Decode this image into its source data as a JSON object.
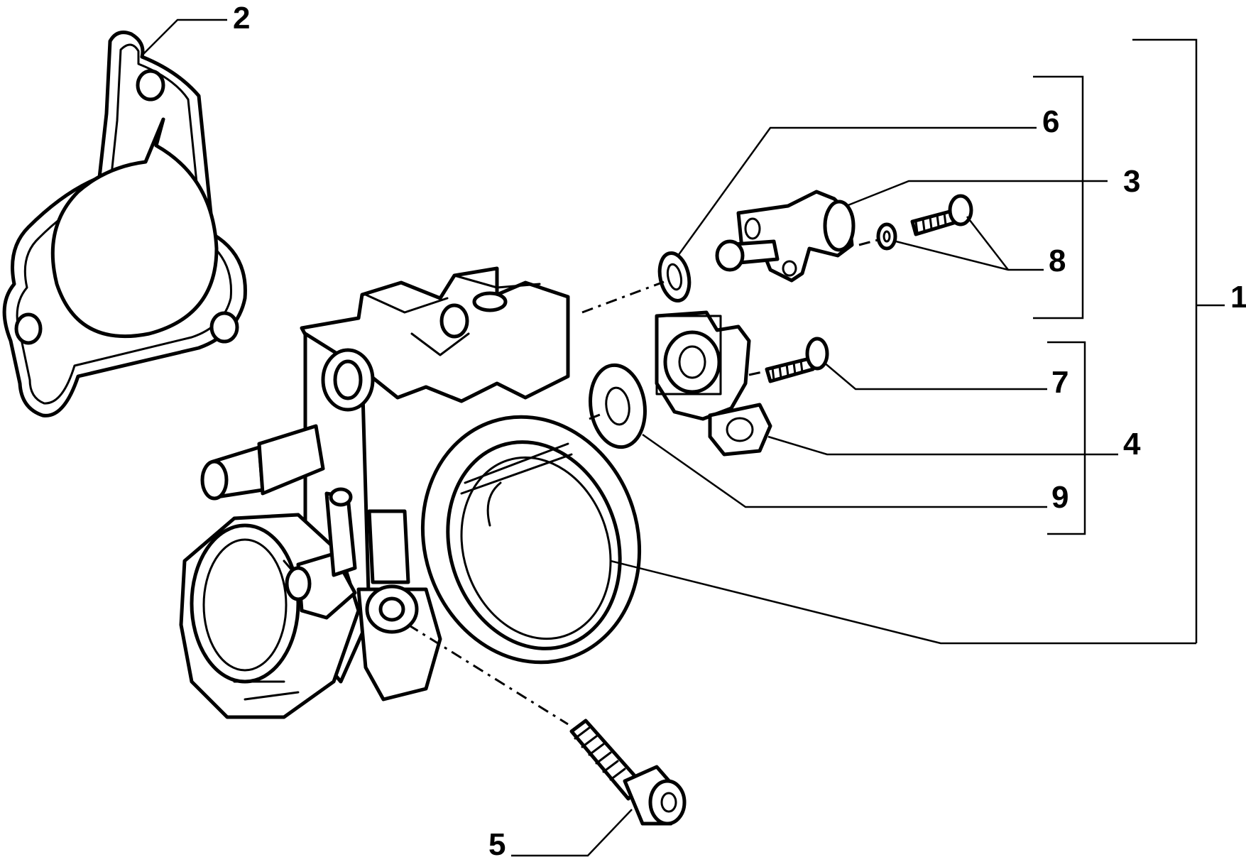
{
  "diagram": {
    "callouts": [
      {
        "id": "1",
        "label": "1"
      },
      {
        "id": "2",
        "label": "2"
      },
      {
        "id": "3",
        "label": "3"
      },
      {
        "id": "4",
        "label": "4"
      },
      {
        "id": "5",
        "label": "5"
      },
      {
        "id": "6",
        "label": "6"
      },
      {
        "id": "7",
        "label": "7"
      },
      {
        "id": "8",
        "label": "8"
      },
      {
        "id": "9",
        "label": "9"
      }
    ]
  }
}
